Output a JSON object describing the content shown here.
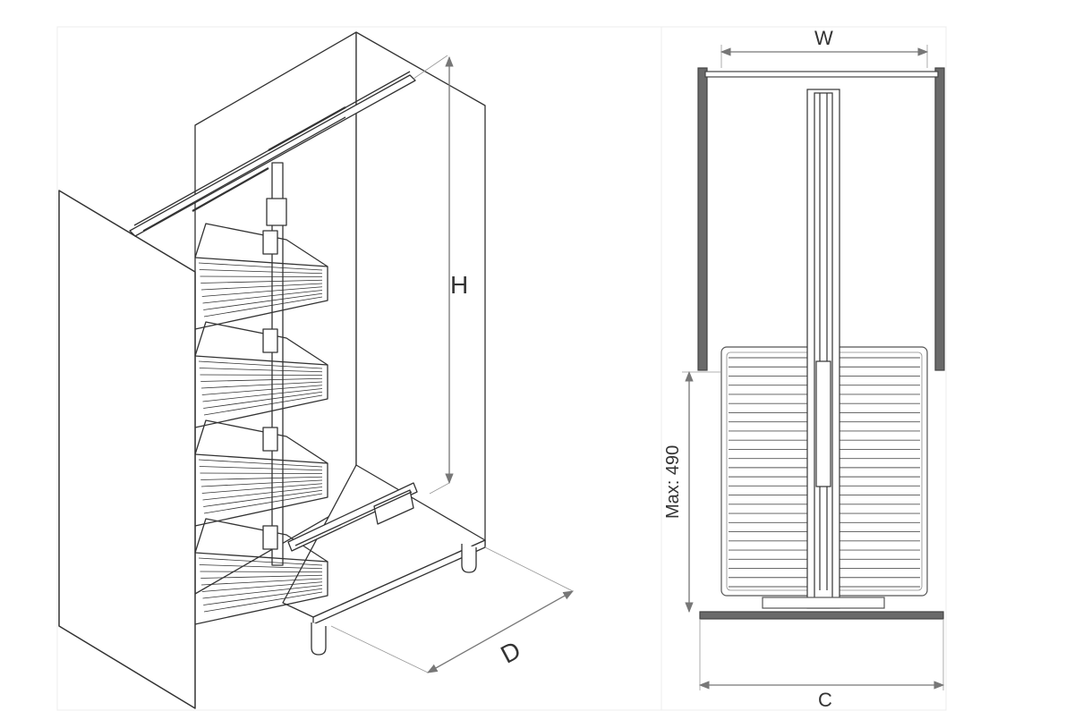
{
  "labels": {
    "height": "H",
    "depth": "D",
    "width": "W",
    "max_extension": "Max: 490",
    "cabinet_width": "C"
  },
  "colors": {
    "line": "#333333",
    "panel_edge": "#444444",
    "panel_fill": "#6a6a6a",
    "arrow": "#777777",
    "frame": "#e8e8e8"
  },
  "isometric_view": {
    "basket_count": 4
  },
  "top_view": {
    "basket_slat_count": 26
  }
}
